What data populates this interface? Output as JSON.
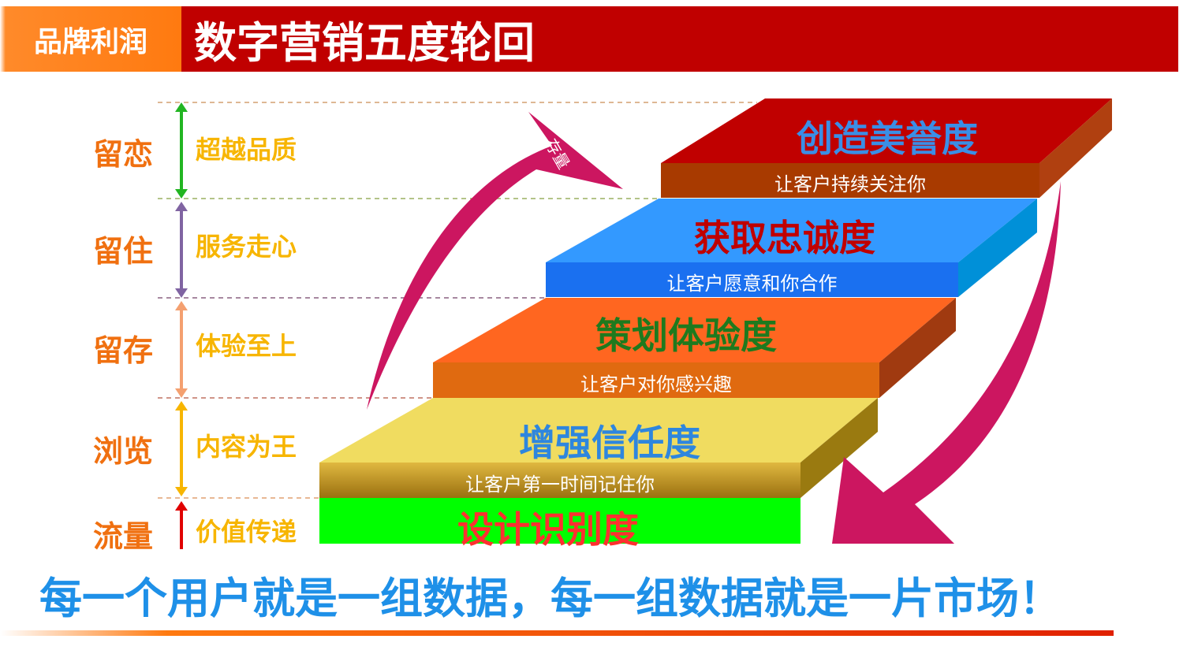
{
  "header": {
    "section": "品牌利润",
    "title": "数字营销五度轮回"
  },
  "levels": [
    {
      "stage": "留恋",
      "value": "超越品质",
      "arrow_color": "#22b522"
    },
    {
      "stage": "留住",
      "value": "服务走心",
      "arrow_color": "#8064a2"
    },
    {
      "stage": "留存",
      "value": "体验至上",
      "arrow_color": "#f4a070"
    },
    {
      "stage": "浏览",
      "value": "内容为王",
      "arrow_color": "#f7b500"
    },
    {
      "stage": "流量",
      "value": "价值传递",
      "arrow_color": "#e00000"
    }
  ],
  "steps": [
    {
      "title": "创造美誉度",
      "subtitle": "让客户持续关注你",
      "title_color": "#3a8ee6"
    },
    {
      "title": "获取忠诚度",
      "subtitle": "让客户愿意和你合作",
      "title_color": "#c00000"
    },
    {
      "title": "策划体验度",
      "subtitle": "让客户对你感兴趣",
      "title_color": "#1e7a1e"
    },
    {
      "title": "增强信任度",
      "subtitle": "让客户第一时间记住你",
      "title_color": "#2e86de"
    },
    {
      "title": "设计识别度",
      "subtitle": "",
      "title_color": "#ff3030"
    }
  ],
  "arrow_label": "存量",
  "slogan": "每一个用户就是一组数据，每一组数据就是一片市场！"
}
